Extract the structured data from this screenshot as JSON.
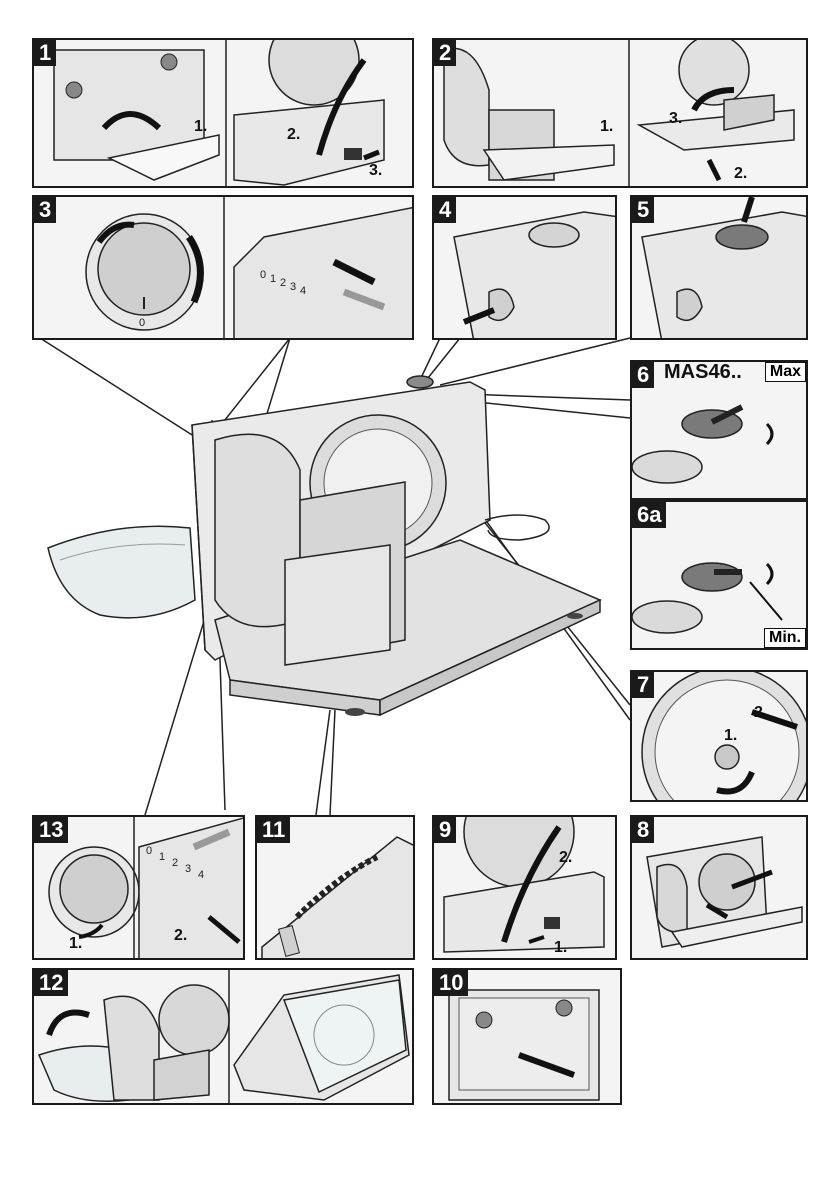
{
  "panels": {
    "p1": {
      "num": "1",
      "steps": [
        "1.",
        "2.",
        "3."
      ]
    },
    "p2": {
      "num": "2",
      "steps": [
        "1.",
        "2.",
        "3."
      ]
    },
    "p3": {
      "num": "3",
      "scale": [
        "0",
        "1",
        "2",
        "3",
        "4"
      ],
      "knob_zero": "0"
    },
    "p4": {
      "num": "4"
    },
    "p5": {
      "num": "5"
    },
    "p6": {
      "num": "6",
      "model": "MAS46..",
      "label": "Max"
    },
    "p6a": {
      "num": "6a",
      "label": "Min."
    },
    "p7": {
      "num": "7",
      "steps": [
        "1.",
        "2."
      ]
    },
    "p8": {
      "num": "8"
    },
    "p9": {
      "num": "9",
      "steps": [
        "1.",
        "2."
      ]
    },
    "p10": {
      "num": "10"
    },
    "p11": {
      "num": "11"
    },
    "p12": {
      "num": "12"
    },
    "p13": {
      "num": "13",
      "steps": [
        "1.",
        "2."
      ],
      "scale": [
        "0",
        "1",
        "2",
        "3",
        "4"
      ]
    }
  }
}
